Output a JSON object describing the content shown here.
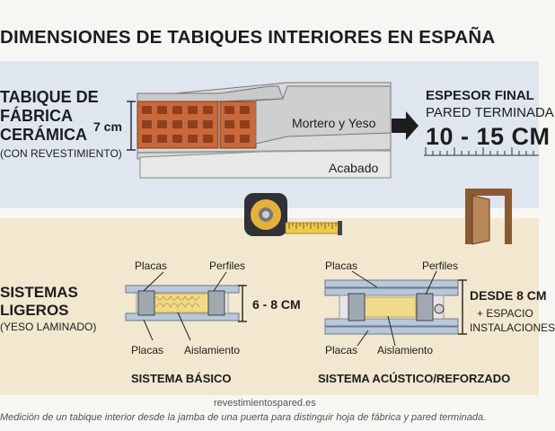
{
  "title": "DIMENSIONES DE TABIQUES INTERIORES EN ESPAÑA",
  "ceramic": {
    "heading_line1": "TABIQUE DE",
    "heading_line2": "FÁBRICA",
    "heading_line3": "CERÁMICA",
    "subheading": "(CON REVESTIMIENTO)",
    "dimension": "7 cm",
    "layer_mortar": "Mortero y Yeso",
    "layer_finish": "Acabado",
    "final_label": "ESPESOR FINAL",
    "final_sub": "PARED TERMINADA",
    "final_value": "10 - 15 CM"
  },
  "light": {
    "heading_line1": "SISTEMAS",
    "heading_line2": "LIGEROS",
    "subheading": "(YESO LAMINADO)",
    "basic": {
      "label_plates_top": "Placas",
      "label_profiles": "Perfiles",
      "label_plates_bottom": "Placas",
      "label_insulation": "Aislamiento",
      "dimension": "6 - 8 CM",
      "caption": "SISTEMA BÁSICO"
    },
    "acoustic": {
      "label_plates_top": "Placas",
      "label_profiles": "Perfiles",
      "label_plates_bottom": "Placas",
      "label_insulation": "Aislamiento",
      "dimension": "DESDE 8 CM",
      "extra_line1": "+ ESPACIO",
      "extra_line2": "INSTALACIONES",
      "caption": "SISTEMA ACÚSTICO/REFORZADO"
    }
  },
  "watermark": "revestimientospared.es",
  "caption": "Medición de un tabique interior desde la jamba de una puerta para distinguir hoja de fábrica y pared terminada.",
  "colors": {
    "top_panel": "#dfe6f0",
    "bottom_panel": "#f2e7cf",
    "brick": "#c9683a",
    "insulation": "#f0d98a"
  }
}
